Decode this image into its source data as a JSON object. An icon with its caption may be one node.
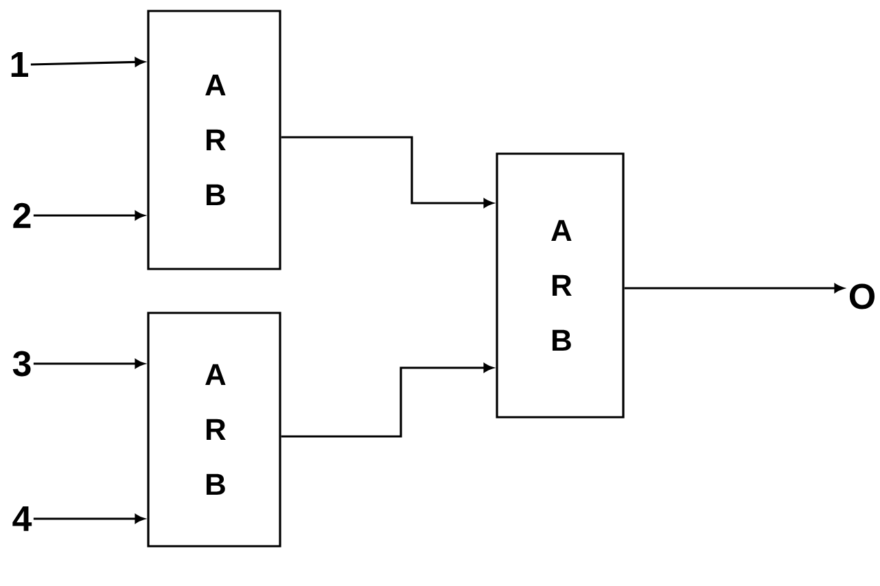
{
  "diagram": {
    "nodes": [
      {
        "text": [
          "1"
        ]
      },
      {
        "text": [
          "2"
        ]
      },
      {
        "text": [
          "3"
        ]
      },
      {
        "text": [
          "4"
        ]
      },
      {
        "text": [
          "A R B"
        ]
      },
      {
        "text": [
          "A R B"
        ]
      },
      {
        "text": [
          "A R B"
        ]
      },
      {
        "text": [
          "O"
        ]
      }
    ],
    "edges": [
      {
        "from": 0,
        "to": 4,
        "arrow": "to"
      },
      {
        "from": 1,
        "to": 4,
        "arrow": "to"
      },
      {
        "from": 2,
        "to": 5,
        "arrow": "to"
      },
      {
        "from": 3,
        "to": 5,
        "arrow": "to"
      },
      {
        "from": 4,
        "to": 6,
        "arrow": "to"
      },
      {
        "from": 5,
        "to": 6,
        "arrow": "to"
      },
      {
        "from": 6,
        "to": 7,
        "arrow": "to"
      }
    ]
  }
}
